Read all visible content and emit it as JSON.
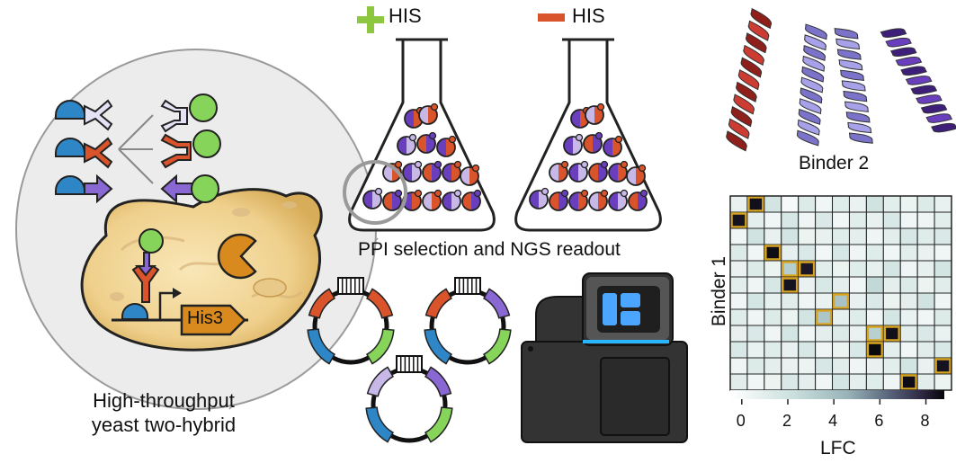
{
  "labels": {
    "his_plus": "HIS",
    "his_minus": "HIS",
    "gene": "His3",
    "selection": "PPI selection and NGS readout",
    "caption_line1": "High-throughput",
    "caption_line2": "yeast two-hybrid",
    "binder2": "Binder 2",
    "binder1": "Binder 1",
    "colorbar_label": "LFC"
  },
  "colors": {
    "plus": "#8dc63f",
    "minus": "#d9532b",
    "receptor_blue": "#2f86c6",
    "prey_green": "#86d45a",
    "red_binder": "#cc3c32",
    "lavender_binder": "#a6a1e8",
    "purple_binder": "#6a3fbd",
    "sequencer_screen": "#4aa6ff",
    "highlight": "#d9a521"
  },
  "heatmap": {
    "colorbar_ticks": [
      "0",
      "2",
      "4",
      "6",
      "8"
    ],
    "lfc_range": [
      -0.5,
      8.8
    ],
    "rows": [
      [
        0.7,
        8.5,
        1.8,
        0.0,
        1.3,
        0.3,
        1.2,
        0.6,
        1.9,
        1.0,
        0.5,
        1.3,
        0.7
      ],
      [
        8.4,
        0.9,
        0.3,
        1.6,
        0.4,
        1.4,
        0.2,
        1.1,
        0.7,
        1.5,
        0.3,
        0.4,
        1.0
      ],
      [
        0.4,
        1.9,
        0.7,
        1.8,
        0.5,
        0.7,
        1.2,
        0.9,
        0.4,
        1.0,
        1.6,
        1.2,
        1.4
      ],
      [
        1.3,
        0.3,
        8.6,
        0.8,
        1.4,
        0.2,
        1.6,
        0.4,
        1.2,
        0.3,
        1.0,
        0.6,
        0.3
      ],
      [
        0.6,
        1.3,
        0.5,
        3.2,
        8.3,
        1.0,
        0.5,
        1.2,
        0.8,
        1.7,
        0.4,
        0.8,
        1.8
      ],
      [
        1.0,
        0.4,
        1.6,
        8.4,
        0.6,
        1.5,
        0.9,
        0.3,
        2.6,
        0.9,
        1.3,
        0.5,
        1.1
      ],
      [
        0.3,
        1.7,
        0.8,
        1.1,
        0.4,
        0.6,
        3.8,
        0.7,
        1.4,
        0.5,
        0.9,
        1.9,
        0.4
      ],
      [
        1.2,
        0.4,
        1.3,
        0.5,
        1.8,
        3.6,
        0.8,
        1.2,
        0.4,
        1.7,
        0.6,
        0.3,
        1.3
      ],
      [
        0.7,
        1.4,
        0.4,
        1.7,
        0.3,
        0.9,
        1.3,
        0.6,
        3.1,
        8.5,
        1.0,
        1.4,
        0.6
      ],
      [
        1.5,
        0.6,
        1.2,
        0.7,
        1.6,
        0.4,
        0.5,
        1.5,
        8.7,
        0.9,
        0.3,
        1.1,
        1.5
      ],
      [
        0.4,
        1.3,
        0.9,
        0.6,
        0.5,
        1.6,
        1.1,
        0.4,
        0.7,
        1.0,
        1.8,
        0.6,
        8.4
      ],
      [
        1.1,
        0.3,
        0.5,
        1.4,
        0.9,
        0.3,
        1.7,
        0.9,
        1.2,
        0.4,
        8.6,
        1.0,
        0.5
      ]
    ]
  }
}
